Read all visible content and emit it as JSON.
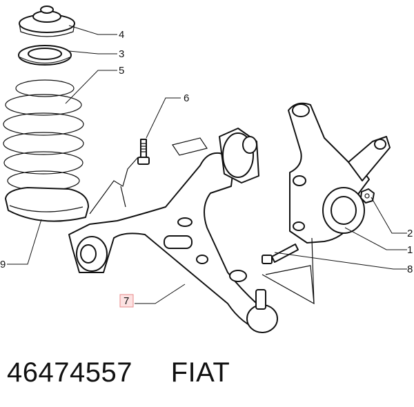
{
  "callouts": {
    "c1": "1",
    "c2": "2",
    "c3": "3",
    "c4": "4",
    "c5": "5",
    "c6": "6",
    "c7": "7",
    "c8": "8",
    "c9": "9"
  },
  "footer": {
    "part_number": "46474557",
    "brand": "FIAT"
  },
  "colors": {
    "line": "#111111",
    "highlight_fill": "#fde2e2",
    "highlight_border": "#e88a8a"
  }
}
